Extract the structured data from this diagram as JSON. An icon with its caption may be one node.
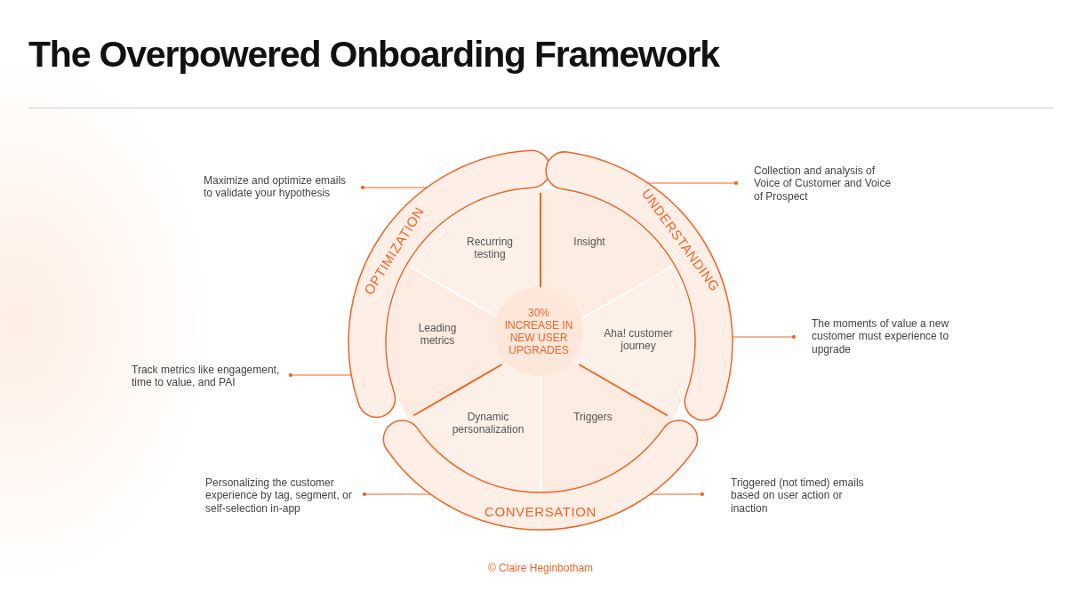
{
  "diagram": {
    "title": "The Overpowered Onboarding Framework",
    "nodes": [
      {
        "text": [
          "OPTIMIZATION"
        ]
      },
      {
        "text": [
          "UNDERSTANDING"
        ]
      },
      {
        "text": [
          "CONVERSATION"
        ]
      },
      {
        "text": [
          "30% INCREASE IN NEW USER UPGRADES"
        ]
      },
      {
        "text": [
          "Recurring testing"
        ]
      },
      {
        "text": [
          "Insight"
        ]
      },
      {
        "text": [
          "Leading metrics"
        ]
      },
      {
        "text": [
          "Aha! customer journey"
        ]
      },
      {
        "text": [
          "Dynamic personalization"
        ]
      },
      {
        "text": [
          "Triggers"
        ]
      },
      {
        "text": [
          "Maximize and optimize emails to validate your hypothesis"
        ]
      },
      {
        "text": [
          "Collection and analysis of Voice of Customer and Voice of Prospect"
        ]
      },
      {
        "text": [
          "The moments of value a new customer must experience to upgrade"
        ]
      },
      {
        "text": [
          "Track metrics like engagement, time to value, and PAI"
        ]
      },
      {
        "text": [
          "Personalizing the customer experience by tag, segment, or self-selection in-app"
        ]
      },
      {
        "text": [
          "Triggered (not timed) emails based on user action or inaction"
        ]
      }
    ],
    "edges": [
      {
        "from": 10,
        "to": 0,
        "arrow": "other"
      },
      {
        "from": 11,
        "to": 1,
        "arrow": "other"
      },
      {
        "from": 12,
        "to": 1,
        "arrow": "other"
      },
      {
        "from": 13,
        "to": 0,
        "arrow": "other"
      },
      {
        "from": 14,
        "to": 2,
        "arrow": "other"
      },
      {
        "from": 15,
        "to": 2,
        "arrow": "other"
      }
    ],
    "labels": [
      "© Claire Heginbotham"
    ]
  }
}
